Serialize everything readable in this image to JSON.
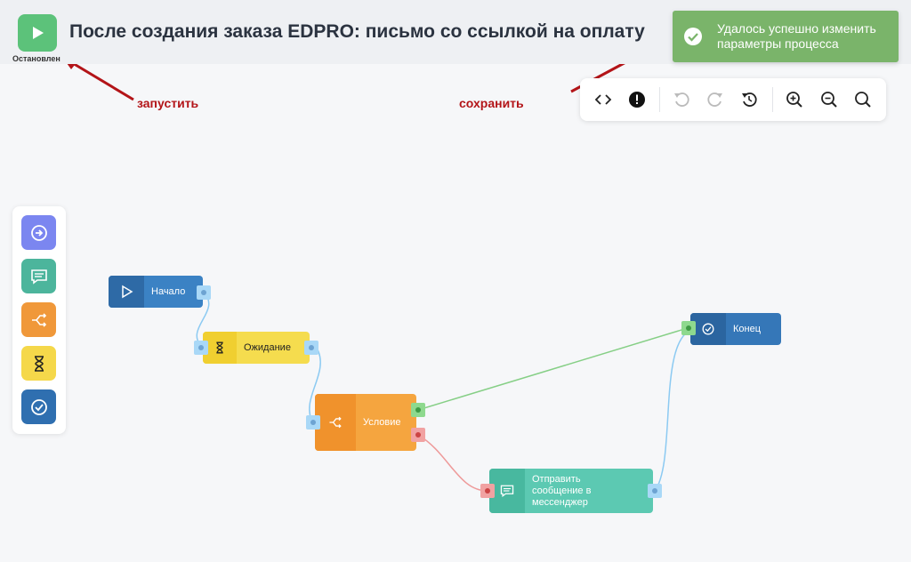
{
  "header": {
    "status": "Остановлен",
    "title": "После создания заказа EDPRO: письмо со ссылкой на оплату"
  },
  "toast": {
    "message": "Удалось успешно изменить параметры процесса"
  },
  "annotations": {
    "run": "запустить",
    "save": "сохранить"
  },
  "toolbar": {
    "buttons": [
      "code-icon",
      "warning-icon",
      "undo-icon",
      "redo-icon",
      "revert-icon",
      "zoom-in-icon",
      "zoom-out-icon",
      "zoom-fit-icon"
    ]
  },
  "palette": {
    "items": [
      {
        "icon": "arrow-circle-icon",
        "color": "#7b86f0"
      },
      {
        "icon": "message-icon",
        "color": "#4cb59c"
      },
      {
        "icon": "branch-icon",
        "color": "#f0983a"
      },
      {
        "icon": "hourglass-icon",
        "color": "#f5d84a"
      },
      {
        "icon": "check-circle-icon",
        "color": "#2f6fb0"
      }
    ]
  },
  "nodes": {
    "start": {
      "label": "Начало"
    },
    "wait": {
      "label": "Ожидание"
    },
    "condition": {
      "label": "Условие"
    },
    "end": {
      "label": "Конец"
    },
    "message": {
      "label": "Отправить сообщение в мессенджер"
    }
  },
  "colors": {
    "accent_green": "#5cc27a",
    "toast": "#7ab46a",
    "annotation_red": "#b31418",
    "start": "#3b82c4",
    "wait": "#f5dc4e",
    "condition": "#f5a53f",
    "end": "#3577b8",
    "message": "#5cc9b2"
  }
}
